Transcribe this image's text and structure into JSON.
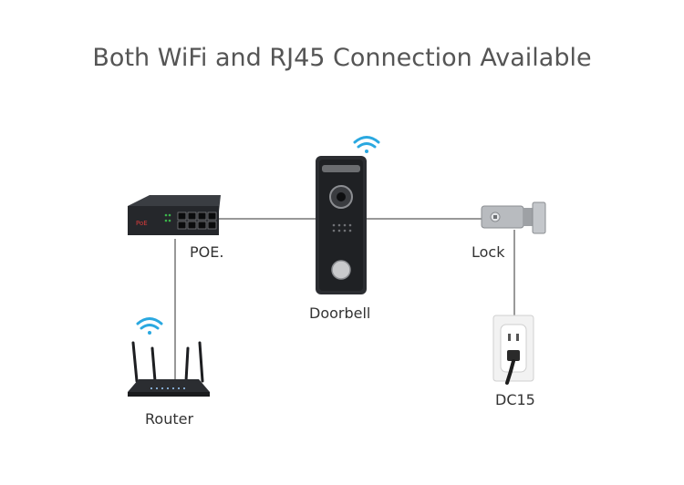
{
  "title": "Both WiFi and RJ45 Connection Available",
  "labels": {
    "poe": "POE.",
    "doorbell": "Doorbell",
    "lock": "Lock",
    "router": "Router",
    "dc": "DC15"
  },
  "device_badges": {
    "poe_brand": "PoE"
  },
  "colors": {
    "wifi": "#2aa8e0",
    "line": "#777777",
    "device_dark": "#2b2d31"
  }
}
